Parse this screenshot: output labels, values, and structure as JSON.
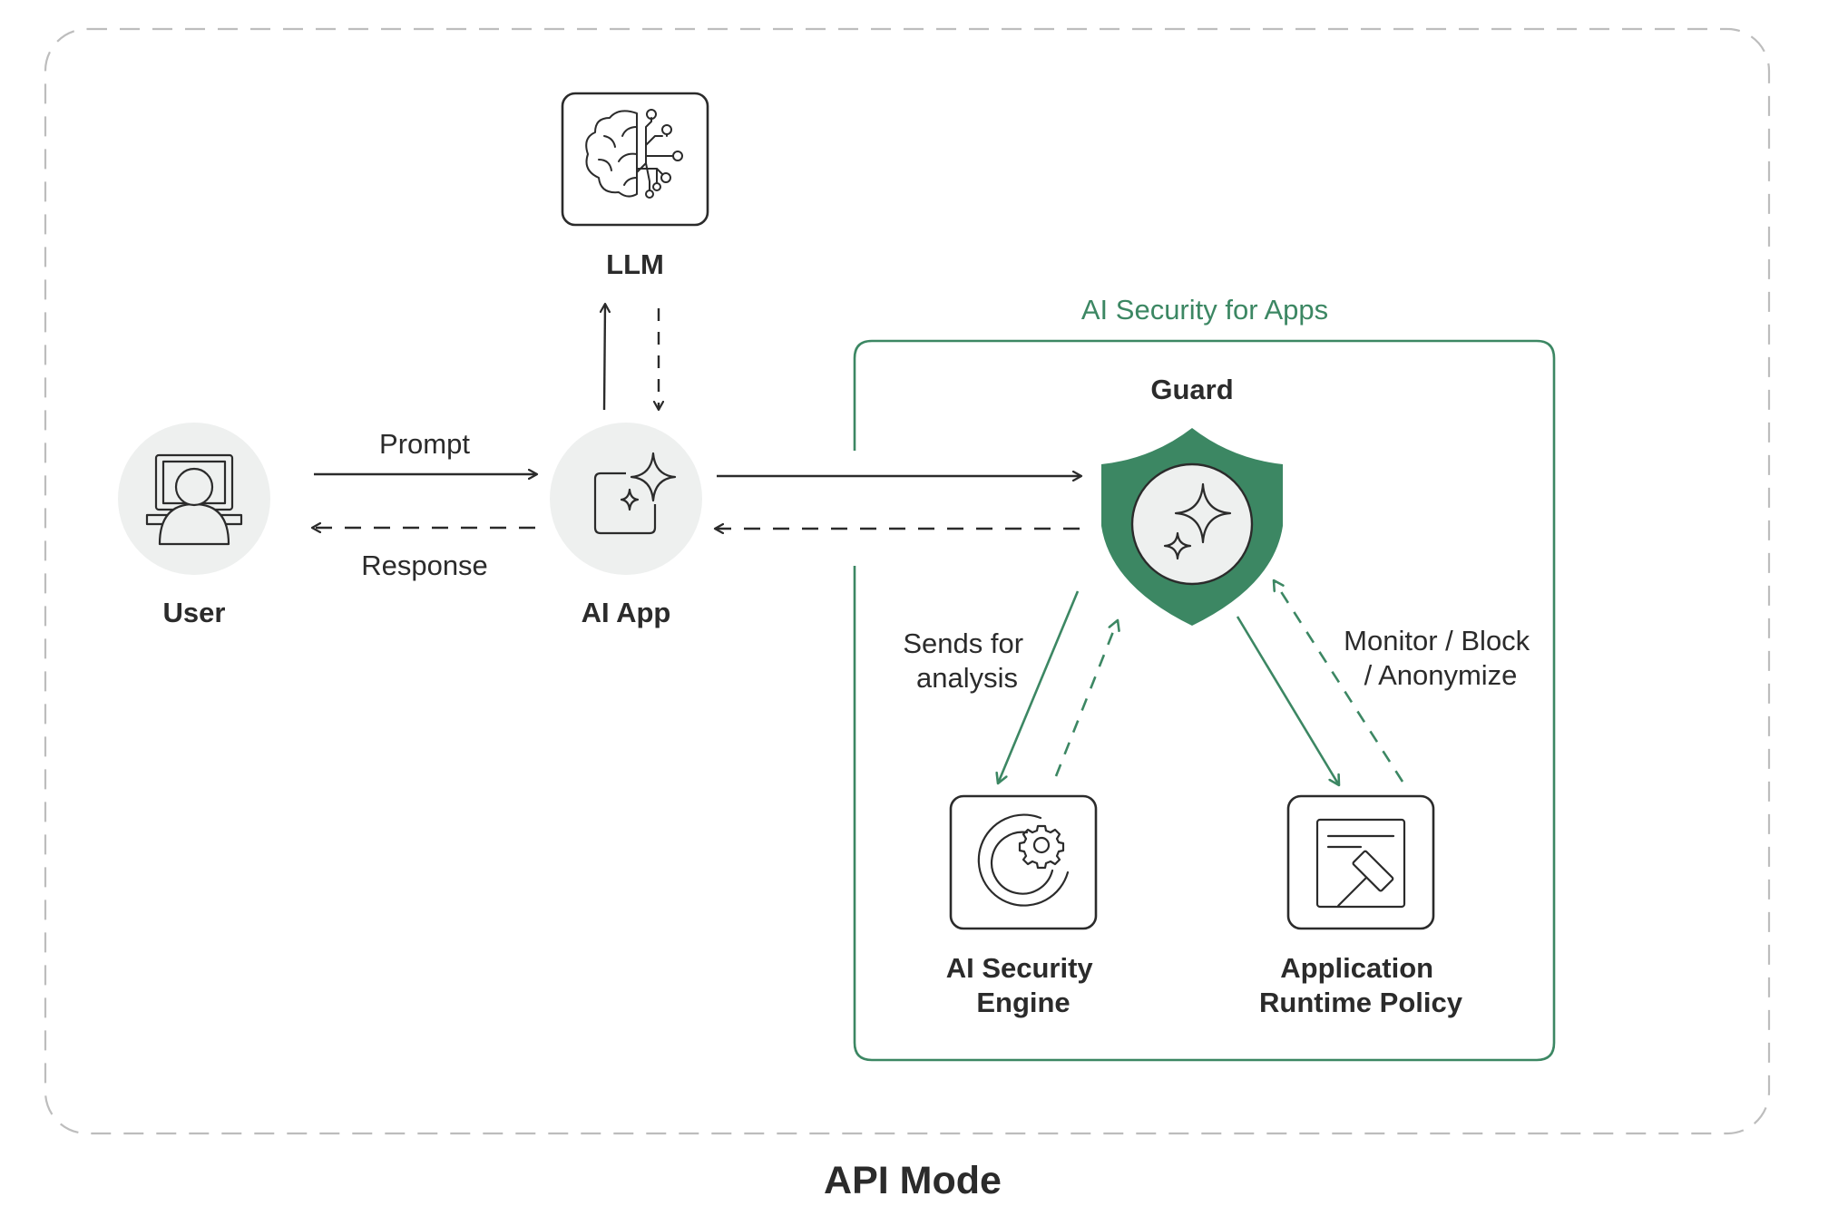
{
  "diagram": {
    "title": "API Mode",
    "nodes": {
      "user": "User",
      "ai_app": "AI App",
      "llm": "LLM",
      "guard": "Guard",
      "engine": [
        "AI Security",
        "Engine"
      ],
      "policy": [
        "Application",
        "Runtime Policy"
      ]
    },
    "group_label": "AI Security for Apps",
    "edges": {
      "prompt": "Prompt",
      "response": "Response",
      "sends_for_analysis": [
        "Sends for",
        "analysis"
      ],
      "monitor_block": [
        "Monitor / Block",
        "/ Anonymize"
      ]
    }
  },
  "colors": {
    "accent_green": "#3c8763",
    "dark": "#2b2b2b",
    "node_bg": "#eef0ef",
    "dashed_border": "#bdbdbd"
  },
  "icons": {
    "llm": "brain-circuit-icon",
    "ai_app": "sparkle-app-icon",
    "user": "user-computer-icon",
    "guard": "shield-sparkle-icon",
    "engine": "gear-cycle-icon",
    "policy": "gavel-document-icon"
  }
}
